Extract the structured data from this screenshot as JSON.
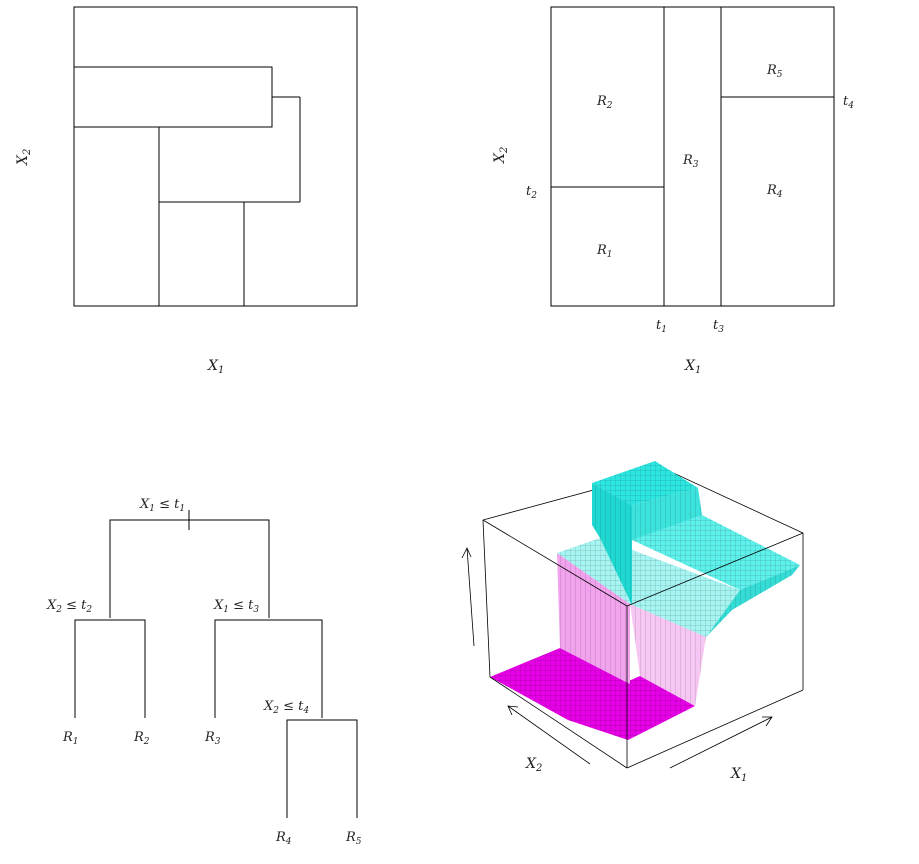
{
  "labels": {
    "x1": "X1",
    "x2": "X2",
    "t1": "t1",
    "t2": "t2",
    "t3": "t3",
    "t4": "t4",
    "r1": "R1",
    "r2": "R2",
    "r3": "R3",
    "r4": "R4",
    "r5": "R5",
    "split_root": "X1 ≤ t1",
    "split_left": "X2 ≤ t2",
    "split_right": "X1 ≤ t3",
    "split_deep": "X2 ≤ t4"
  },
  "colors": {
    "line": "#000000",
    "surface_magenta": "#e600e6",
    "surface_pink": "#f7a8f0",
    "surface_cyan": "#2de6e0",
    "surface_light_cyan": "#a6f5f2"
  }
}
